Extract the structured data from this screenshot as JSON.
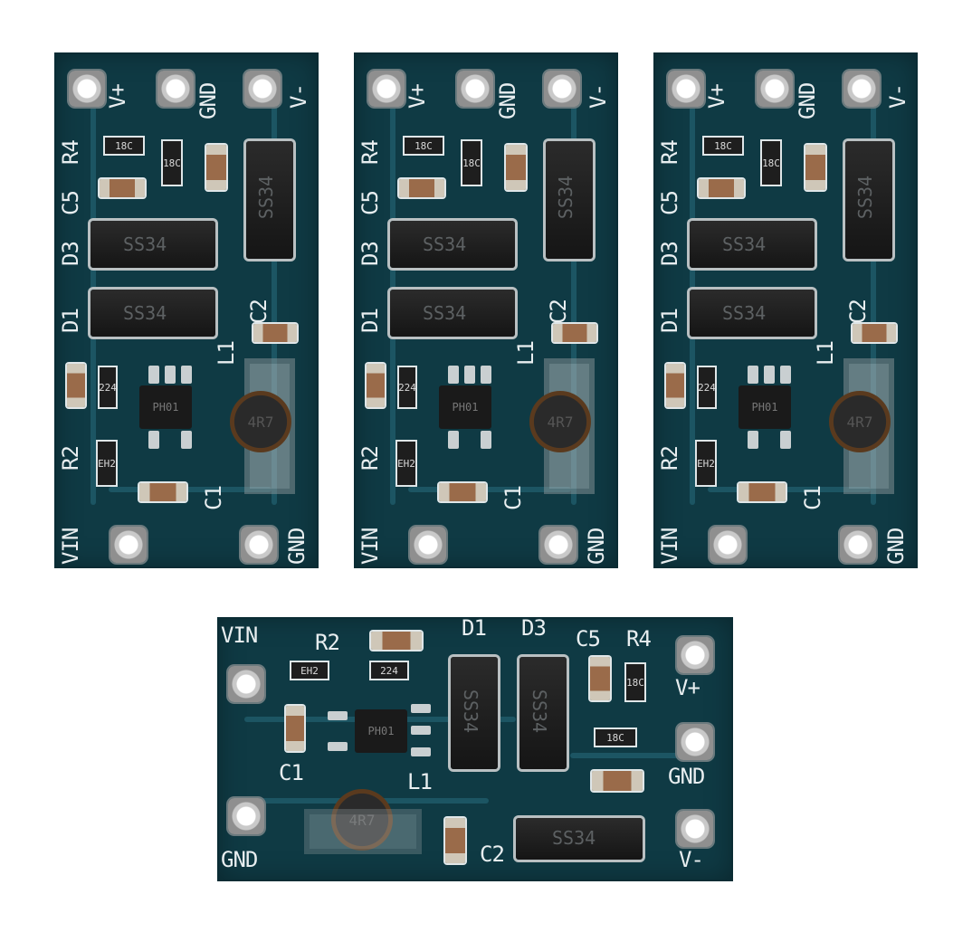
{
  "boards_vertical": [
    {
      "labels": {
        "vplus": "V+",
        "gnd_top": "GND",
        "vminus": "V-",
        "r4": "R4",
        "c5": "C5",
        "d3": "D3",
        "d1": "D1",
        "c2": "C2",
        "l1": "L1",
        "r2": "R2",
        "c1": "C1",
        "vin": "VIN",
        "gnd_bottom": "GND"
      },
      "markings": {
        "diode": "SS34",
        "ic": "PH01",
        "inductor": "4R7",
        "res_a": "18C",
        "res_b": "18C",
        "res_c": "224",
        "res_d": "EH2"
      }
    },
    {
      "labels": {
        "vplus": "V+",
        "gnd_top": "GND",
        "vminus": "V-",
        "r4": "R4",
        "c5": "C5",
        "d3": "D3",
        "d1": "D1",
        "c2": "C2",
        "l1": "L1",
        "r2": "R2",
        "c1": "C1",
        "vin": "VIN",
        "gnd_bottom": "GND"
      },
      "markings": {
        "diode": "SS34",
        "ic": "PH01",
        "inductor": "4R7",
        "res_a": "18C",
        "res_b": "18C",
        "res_c": "224",
        "res_d": "EH2"
      }
    },
    {
      "labels": {
        "vplus": "V+",
        "gnd_top": "GND",
        "vminus": "V-",
        "r4": "R4",
        "c5": "C5",
        "d3": "D3",
        "d1": "D1",
        "c2": "C2",
        "l1": "L1",
        "r2": "R2",
        "c1": "C1",
        "vin": "VIN",
        "gnd_bottom": "GND"
      },
      "markings": {
        "diode": "SS34",
        "ic": "PH01",
        "inductor": "4R7",
        "res_a": "18C",
        "res_b": "18C",
        "res_c": "224",
        "res_d": "EH2"
      }
    }
  ],
  "board_horizontal": {
    "labels": {
      "vin": "VIN",
      "r2": "R2",
      "d1": "D1",
      "d3": "D3",
      "c5": "C5",
      "r4": "R4",
      "vplus": "V+",
      "c1": "C1",
      "l1": "L1",
      "gnd_right": "GND",
      "c2": "C2",
      "gnd_left": "GND",
      "vminus": "V-"
    },
    "markings": {
      "diode": "SS34",
      "ic": "PH01",
      "inductor": "4R7",
      "res_a": "EH2",
      "res_b": "224",
      "res_c": "18C",
      "res_d": "18C"
    }
  }
}
